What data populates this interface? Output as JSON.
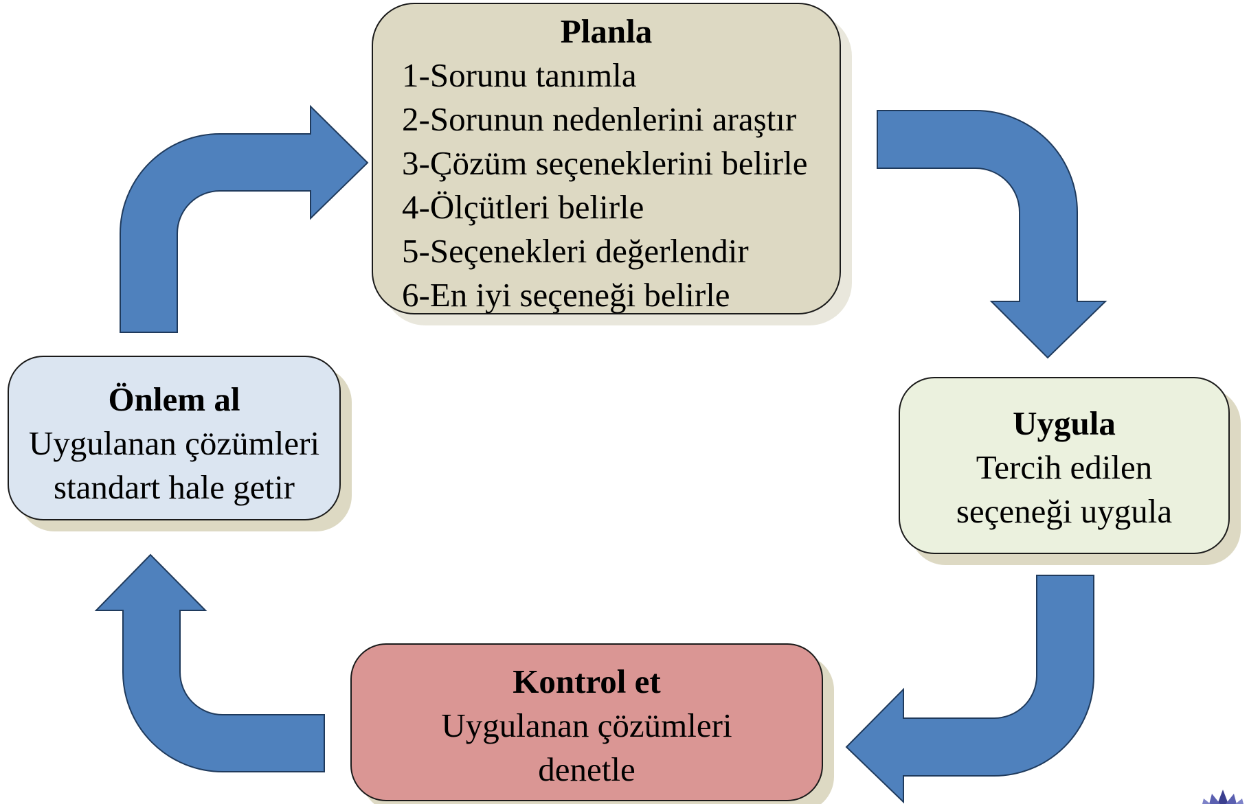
{
  "colors": {
    "arrow_fill": "#4f81bd",
    "plan_fill": "#ddd9c3",
    "onlem_fill": "#dbe5f1",
    "uygula_fill": "#ebf1de",
    "kontrol_fill": "#da9694"
  },
  "plan": {
    "title": "Planla",
    "steps": [
      "1-Sorunu tanımla",
      "2-Sorunun nedenlerini araştır",
      "3-Çözüm seçeneklerini belirle",
      "4-Ölçütleri belirle",
      "5-Seçenekleri değerlendir",
      "6-En iyi seçeneği belirle"
    ]
  },
  "onlem": {
    "title": "Önlem al",
    "lines": [
      "Uygulanan çözümleri",
      "standart hale getir"
    ]
  },
  "uygula": {
    "title": "Uygula",
    "lines": [
      "Tercih edilen",
      "seçeneği uygula"
    ]
  },
  "kontrol": {
    "title": "Kontrol et",
    "lines": [
      "Uygulanan çözümleri",
      "denetle"
    ]
  },
  "logo": {
    "icon": "lotus-logo-icon"
  }
}
